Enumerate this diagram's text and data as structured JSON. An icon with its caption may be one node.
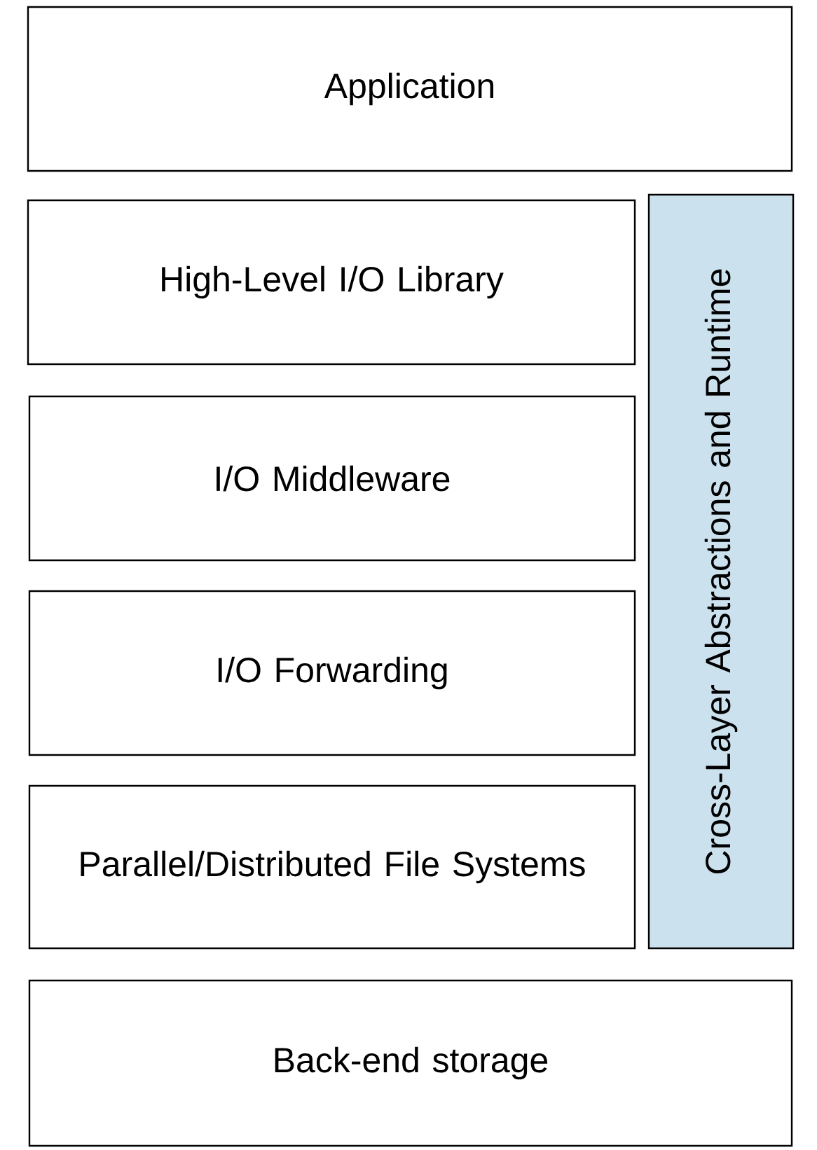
{
  "diagram": {
    "nodes": [
      {
        "text": [
          "Application"
        ]
      },
      {
        "text": [
          "High-Level I/O Library"
        ]
      },
      {
        "text": [
          "I/O Middleware"
        ]
      },
      {
        "text": [
          "I/O Forwarding"
        ]
      },
      {
        "text": [
          "Parallel/Distributed File Systems"
        ]
      },
      {
        "text": [
          "Back-end storage"
        ]
      },
      {
        "text": [
          "Cross-Layer Abstractions and Runtime"
        ]
      }
    ]
  }
}
